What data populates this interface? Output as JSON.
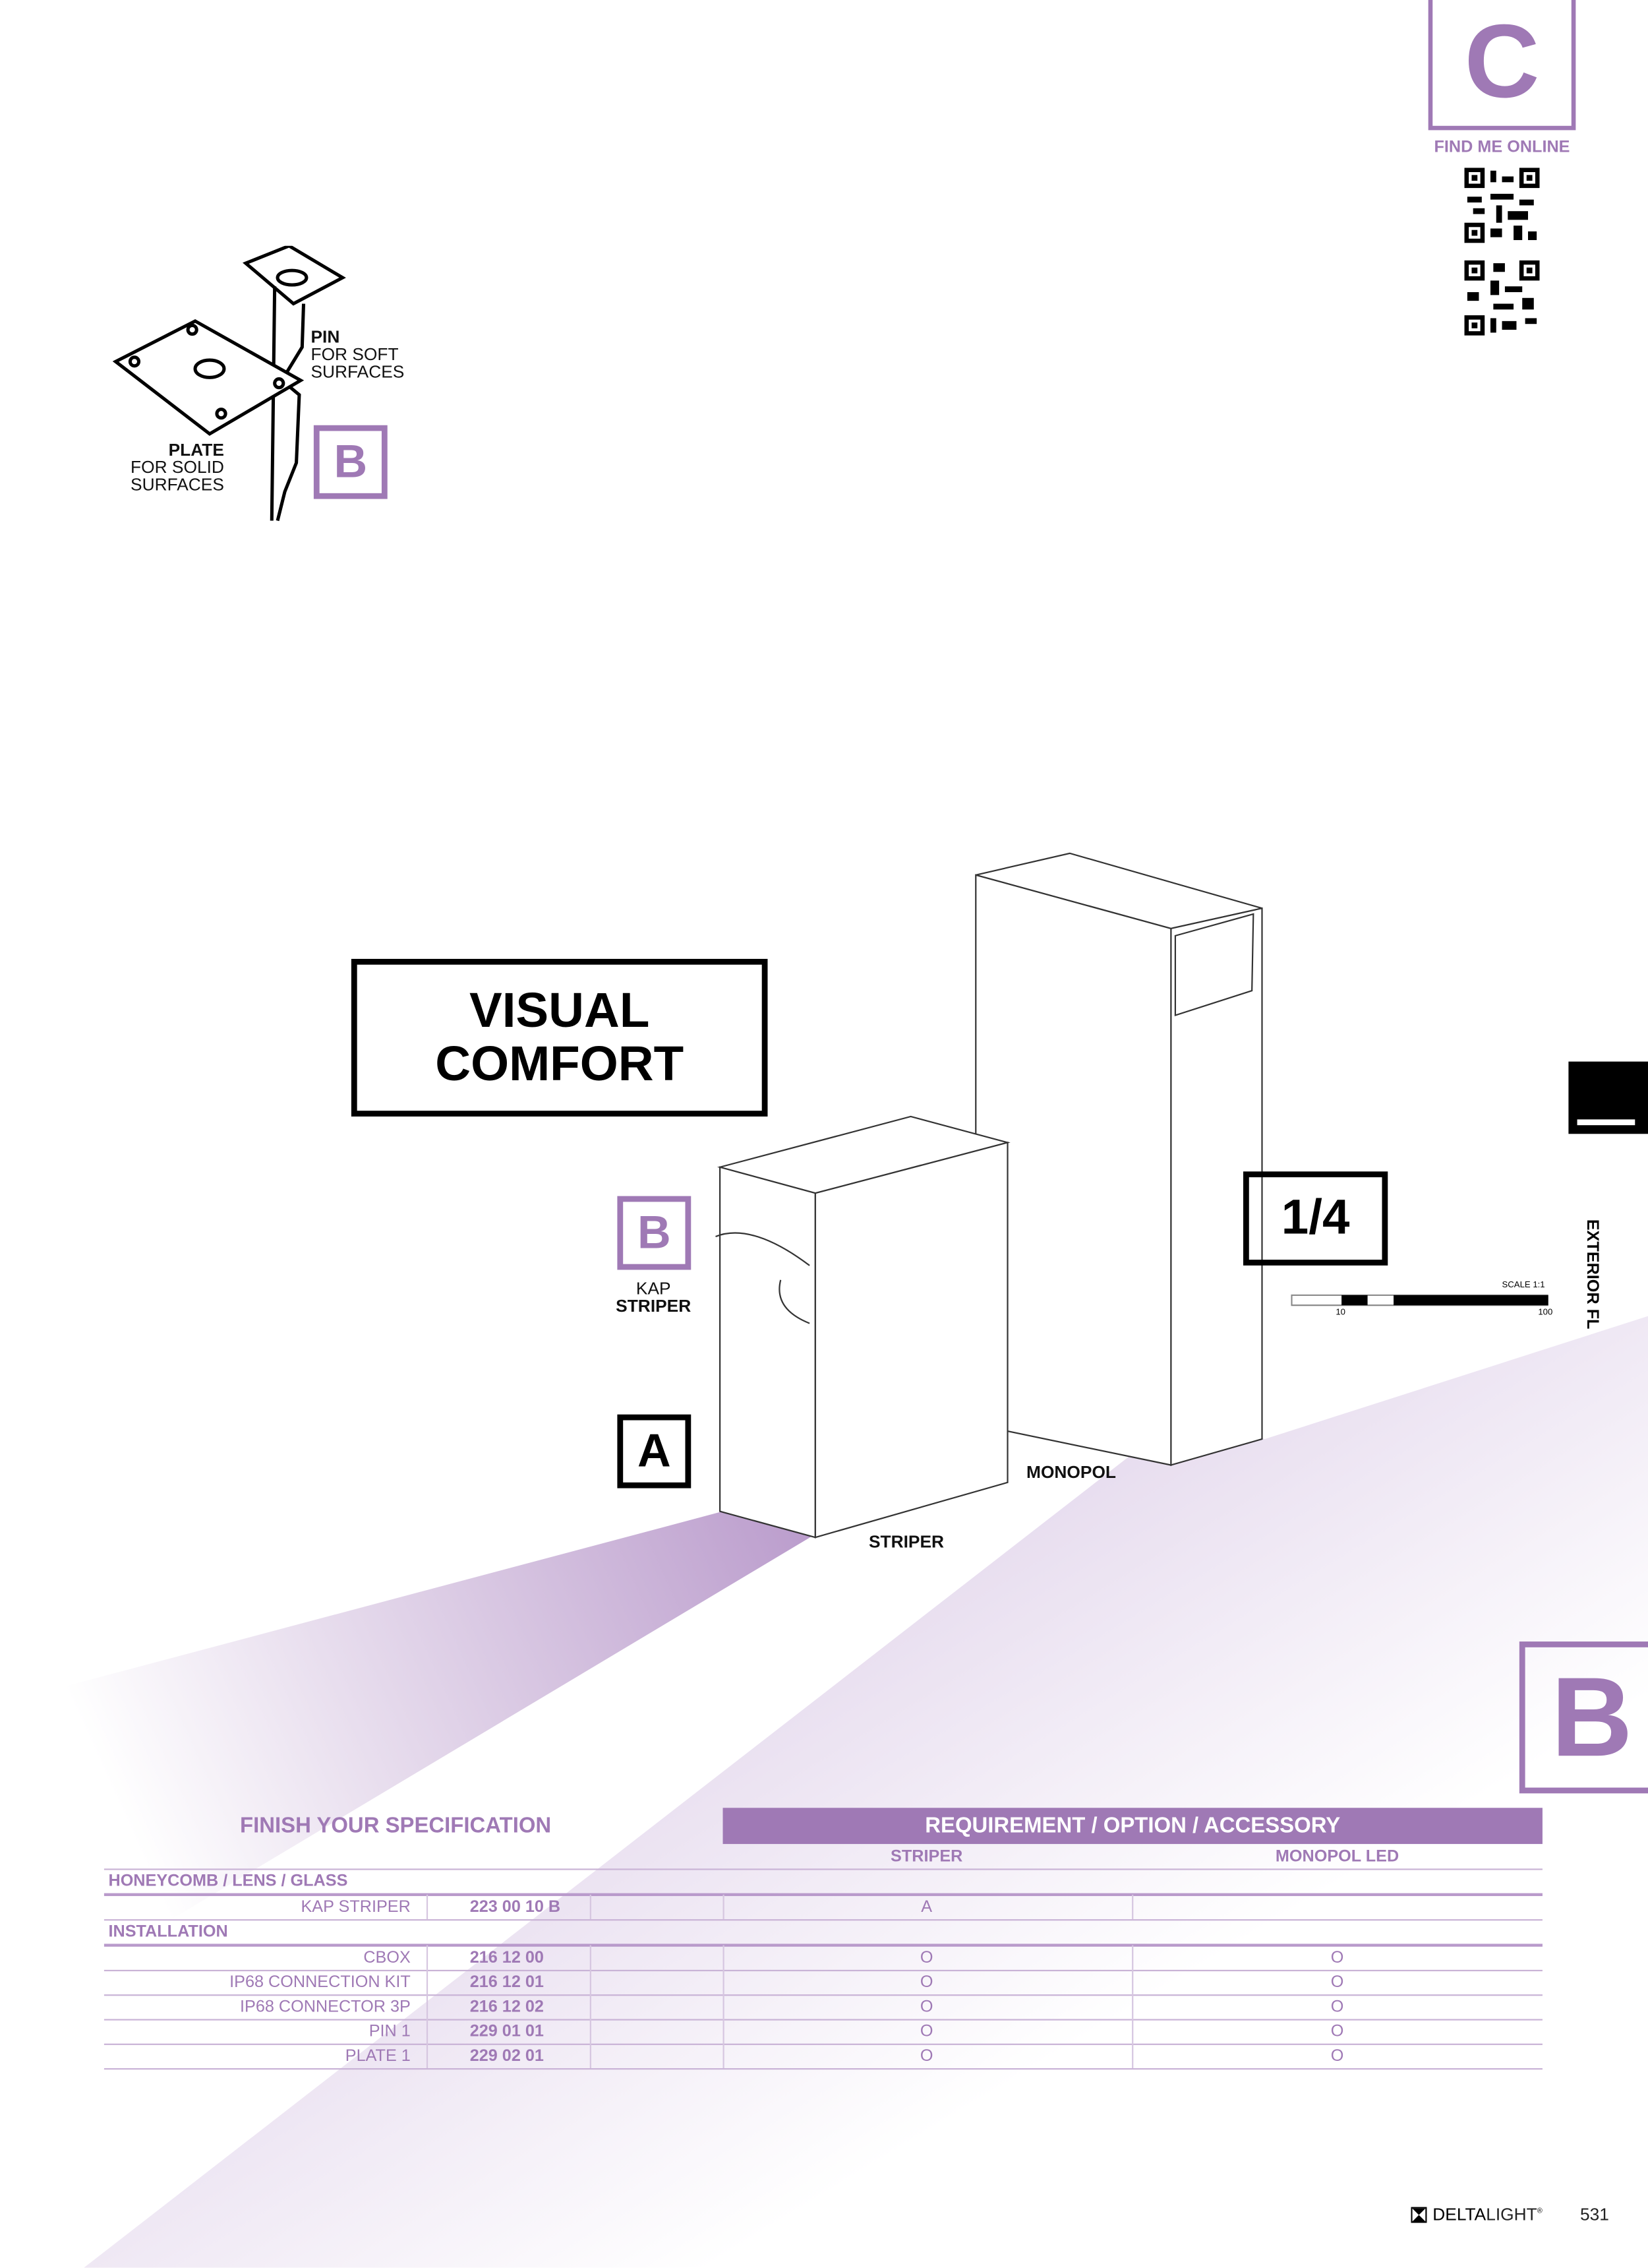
{
  "corner_badge": {
    "letter": "C",
    "caption": "FIND ME ONLINE"
  },
  "accessories": {
    "pin": {
      "title": "PIN",
      "line1": "FOR SOFT",
      "line2": "SURFACES"
    },
    "plate": {
      "title": "PLATE",
      "line1": "FOR SOLID",
      "line2": "SURFACES"
    },
    "badge": "B"
  },
  "visual_comfort": {
    "line1": "VISUAL",
    "line2": "COMFORT"
  },
  "product": {
    "kap_badge": "B",
    "kap_label": "KAP",
    "kap_name": "STRIPER",
    "a_badge": "A",
    "striper_label": "STRIPER",
    "monopol_label": "MONOPOL"
  },
  "scale": {
    "ratio": "1/4",
    "label": "SCALE 1:1",
    "tick_min": "10",
    "tick_max": "100"
  },
  "side_tab": {
    "text": "EXTERIOR FL"
  },
  "big_badge": "B",
  "spec": {
    "title": "FINISH YOUR SPECIFICATION",
    "header": "REQUIREMENT / OPTION / ACCESSORY",
    "columns": [
      "STRIPER",
      "MONOPOL LED"
    ],
    "sections": [
      {
        "name": "HONEYCOMB / LENS / GLASS",
        "rows": [
          {
            "item": "KAP STRIPER",
            "code": "223 00 10 B",
            "striper": "A",
            "monopol": ""
          }
        ]
      },
      {
        "name": "INSTALLATION",
        "rows": [
          {
            "item": "CBOX",
            "code": "216 12 00",
            "striper": "O",
            "monopol": "O"
          },
          {
            "item": "IP68 CONNECTION KIT",
            "code": "216 12 01",
            "striper": "O",
            "monopol": "O"
          },
          {
            "item": "IP68 CONNECTOR 3P",
            "code": "216 12 02",
            "striper": "O",
            "monopol": "O"
          },
          {
            "item": "PIN 1",
            "code": "229 01 01",
            "striper": "O",
            "monopol": "O"
          },
          {
            "item": "PLATE 1",
            "code": "229 02 01",
            "striper": "O",
            "monopol": "O"
          }
        ]
      }
    ]
  },
  "footer": {
    "brand_bold": "DELTA",
    "brand_light": "LIGHT",
    "registered": "®",
    "page": "531"
  },
  "colors": {
    "accent": "#9f79b5"
  }
}
